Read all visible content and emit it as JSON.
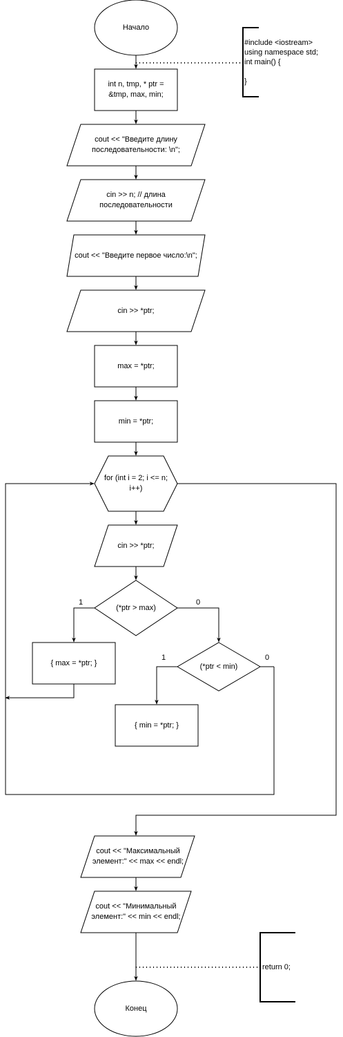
{
  "nodes": {
    "start": "Начало",
    "decl": "int n, tmp, * ptr =\n&tmp, max, min;",
    "prompt_len": "cout << \"Введите длину\nпоследовательности: \\n\";",
    "read_len": "cin >> n; // длина\nпоследовательности",
    "prompt_first": "cout << \"Введите первое число:\\n\";",
    "read_first": "cin >> *ptr;",
    "init_max": "max = *ptr;",
    "init_min": "min = *ptr;",
    "loop": "for (int i = 2; i <= n;\ni++)",
    "read_next": "cin >> *ptr;",
    "cond_max": "(*ptr > max)",
    "set_max": "{ max = *ptr; }",
    "cond_min": "(*ptr < min)",
    "set_min": "{ min = *ptr; }",
    "out_max": "cout << \"Максимальный\nэлемент:\" << max << endl;",
    "out_min": "cout << \"Минимальный\nэлемент:\" << min << endl;",
    "end": "Конец"
  },
  "annotations": {
    "header": "#include <iostream>\nusing namespace std;\nint main() {\n\n}",
    "footer": "return  0;"
  },
  "edge_labels": {
    "max_true": "1",
    "max_false": "0",
    "min_true": "1",
    "min_false": "0"
  }
}
